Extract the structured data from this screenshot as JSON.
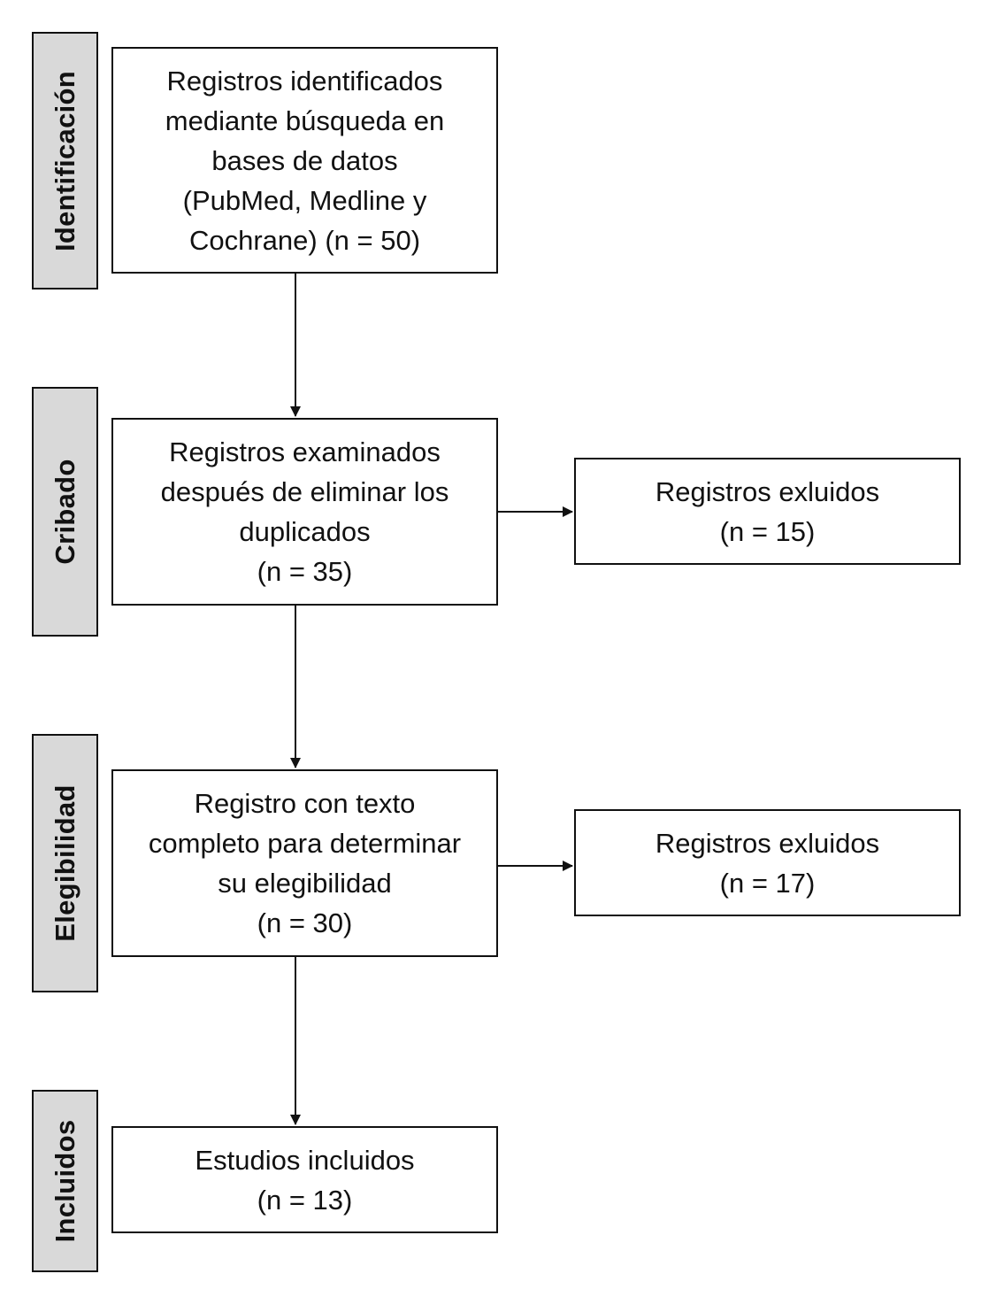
{
  "stages": {
    "identificacion": "Identificación",
    "cribado": "Cribado",
    "elegibilidad": "Elegibilidad",
    "incluidos": "Incluidos"
  },
  "boxes": {
    "identified": {
      "lines": [
        "Registros identificados",
        "mediante búsqueda en",
        "bases de datos",
        "(PubMed, Medline y",
        "Cochrane) (n = 50)"
      ]
    },
    "screened": {
      "lines": [
        "Registros examinados",
        "después de eliminar los",
        "duplicados",
        "(n = 35)"
      ]
    },
    "excluded_screening": {
      "lines": [
        "Registros exluidos",
        "(n = 15)"
      ]
    },
    "eligibility": {
      "lines": [
        "Registro con texto",
        "completo para  determinar",
        "su elegibilidad",
        "(n = 30)"
      ]
    },
    "excluded_eligibility": {
      "lines": [
        "Registros exluidos",
        "(n = 17)"
      ]
    },
    "included": {
      "lines": [
        "Estudios incluidos",
        "(n = 13)"
      ]
    }
  },
  "colors": {
    "stage_fill": "#d9d9d9",
    "stroke": "#111111"
  }
}
